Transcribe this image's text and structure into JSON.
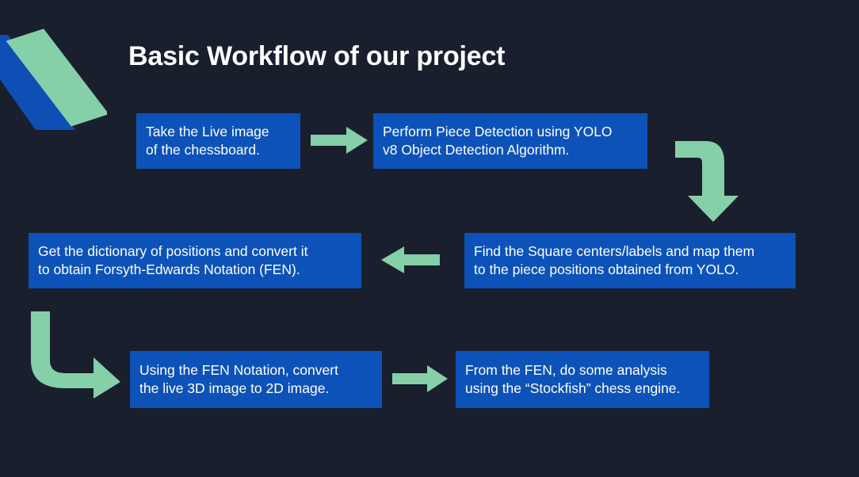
{
  "slide": {
    "title": "Basic Workflow of our project",
    "background_color": "#1a1f2e",
    "box_color": "#0d52b8",
    "arrow_color": "#85cfa9",
    "text_color": "#ffffff",
    "decor_blue": "#0f4fb5",
    "decor_green": "#85cfa9"
  },
  "decoration": {
    "name": "corner-parallelograms"
  },
  "flow": {
    "steps": [
      {
        "id": "box-1",
        "line1": "Take the Live image",
        "line2": "of the chessboard."
      },
      {
        "id": "box-2",
        "line1": "Perform Piece Detection using YOLO",
        "line2": "v8 Object Detection Algorithm."
      },
      {
        "id": "box-3",
        "line1": "Find the Square centers/labels and map them",
        "line2": "to the piece positions obtained from YOLO."
      },
      {
        "id": "box-4",
        "line1": "Get the dictionary of positions and convert it",
        "line2": "to obtain  Forsyth-Edwards Notation (FEN)."
      },
      {
        "id": "box-5",
        "line1": "Using the FEN Notation, convert",
        "line2": "the live 3D image to 2D image."
      },
      {
        "id": "box-6",
        "line1": "From the FEN, do some analysis",
        "line2": "using the “Stockfish” chess engine."
      }
    ],
    "connectors": [
      {
        "id": "arrow-right-1",
        "icon": "arrow-right-icon"
      },
      {
        "id": "arrow-curve-down",
        "icon": "arrow-curve-down-icon"
      },
      {
        "id": "arrow-left-1",
        "icon": "arrow-left-icon"
      },
      {
        "id": "arrow-curve-right",
        "icon": "arrow-curve-right-icon"
      },
      {
        "id": "arrow-right-2",
        "icon": "arrow-right-icon"
      }
    ]
  }
}
